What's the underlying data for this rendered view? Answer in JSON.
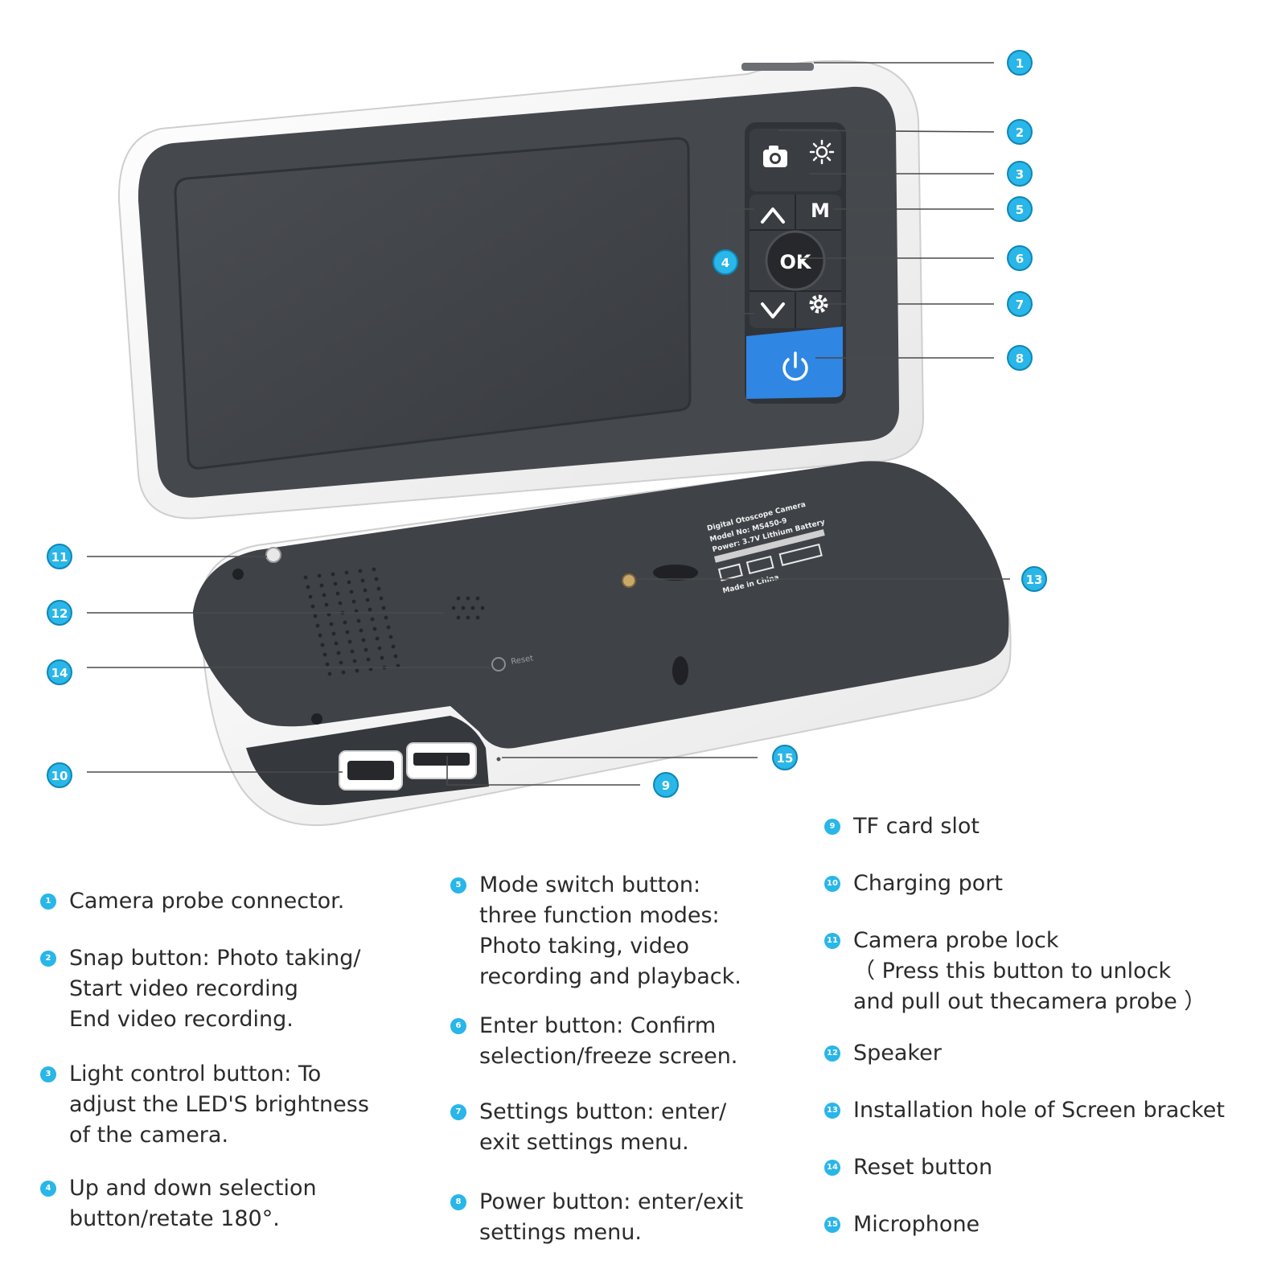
{
  "accent_color": "#29b6e8",
  "power_button_color": "#2f86e3",
  "device": {
    "buttons": {
      "ok_label": "OK",
      "mode_label": "M"
    },
    "sticker_lines": [
      "Digital Otoscope Camera",
      "Model No: MS450-9",
      "Power: 3.7V Lithium Battery",
      "Made in China"
    ],
    "reset_label": "Reset"
  },
  "callouts": [
    "1",
    "2",
    "3",
    "4",
    "5",
    "6",
    "7",
    "8",
    "9",
    "10",
    "11",
    "12",
    "13",
    "14",
    "15"
  ],
  "legend": {
    "col1": [
      {
        "num": "1",
        "lines": [
          "Camera probe connector."
        ]
      },
      {
        "num": "2",
        "lines": [
          "Snap button: Photo taking/",
          "Start video recording",
          "End video recording."
        ]
      },
      {
        "num": "3",
        "lines": [
          "Light control button: To",
          "adjust the LED'S brightness",
          "of the camera."
        ]
      },
      {
        "num": "4",
        "lines": [
          "Up and down selection",
          "button/retate 180°."
        ]
      }
    ],
    "col2": [
      {
        "num": "5",
        "lines": [
          "Mode switch button:",
          "three function modes:",
          "Photo taking, video",
          "recording and playback."
        ]
      },
      {
        "num": "6",
        "lines": [
          "Enter button: Confirm",
          "selection/freeze screen."
        ]
      },
      {
        "num": "7",
        "lines": [
          "Settings button: enter/",
          "exit settings menu."
        ]
      },
      {
        "num": "8",
        "lines": [
          "Power button: enter/exit",
          "settings menu."
        ]
      }
    ],
    "col3": [
      {
        "num": "9",
        "lines": [
          "TF card slot"
        ]
      },
      {
        "num": "10",
        "lines": [
          "Charging port"
        ]
      },
      {
        "num": "11",
        "lines": [
          "Camera probe lock",
          "（ Press this button to unlock",
          "and pull out thecamera probe ）"
        ]
      },
      {
        "num": "12",
        "lines": [
          "Speaker"
        ]
      },
      {
        "num": "13",
        "lines": [
          "Installation hole of Screen bracket"
        ]
      },
      {
        "num": "14",
        "lines": [
          "Reset button"
        ]
      },
      {
        "num": "15",
        "lines": [
          "Microphone"
        ]
      }
    ]
  }
}
